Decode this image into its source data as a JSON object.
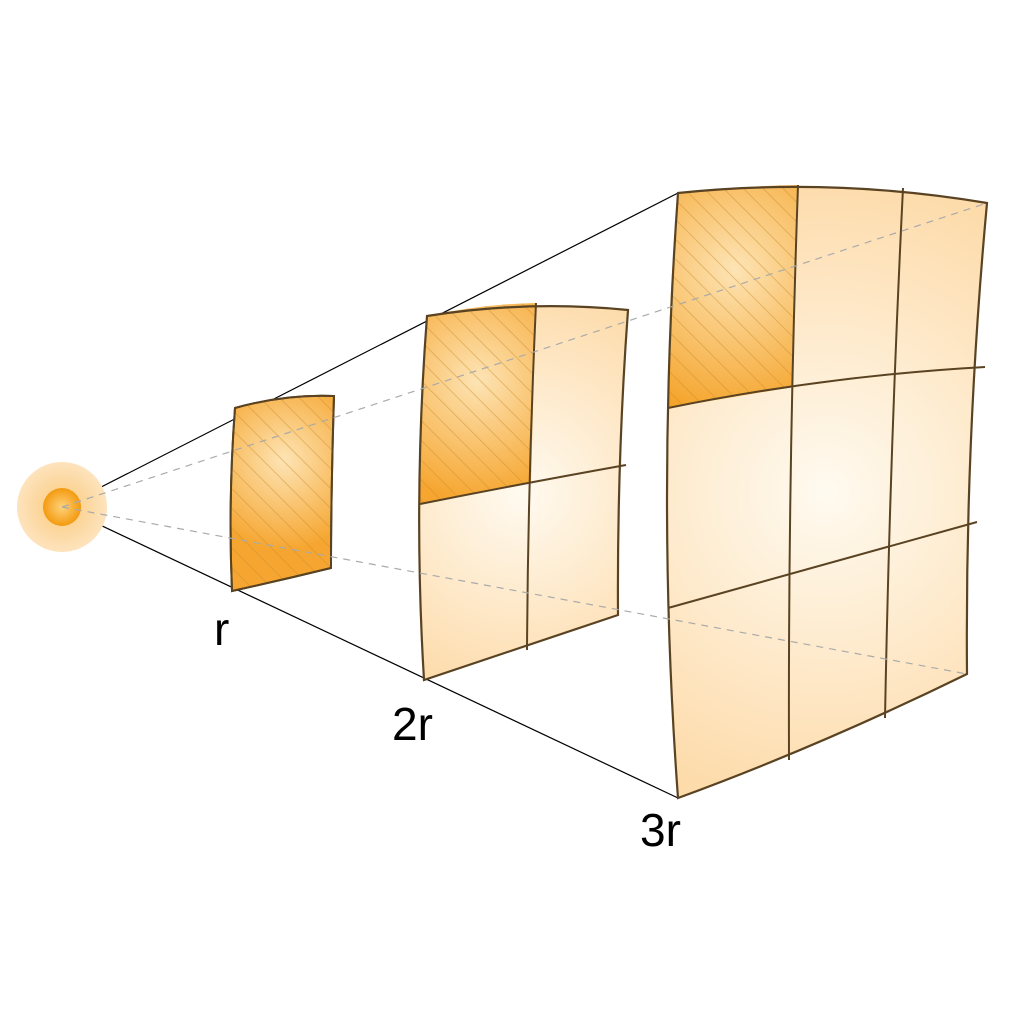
{
  "labels": {
    "distance_1": "r",
    "distance_2": "2r",
    "distance_3": "3r"
  },
  "colors": {
    "source_core": "#f7a21b",
    "source_glow": "#fcd9a0",
    "highlight_cell": "#f7a833",
    "cell_fill": "#fde6c4",
    "cell_center": "#fff7ea",
    "outline": "#5a4322",
    "ray": "#000000",
    "dashed_ray": "#aaaaaa"
  },
  "icons": [
    "light-source-icon"
  ]
}
